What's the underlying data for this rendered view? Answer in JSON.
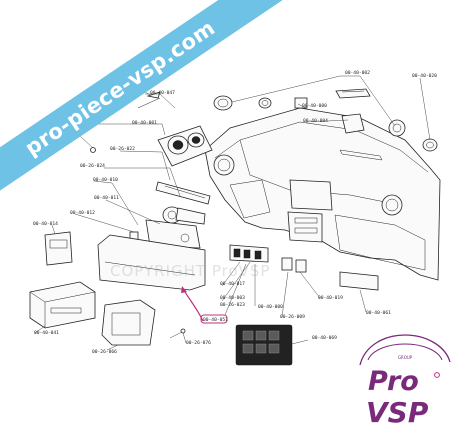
{
  "banner": {
    "text": "pro-piece-vsp.com"
  },
  "watermark": {
    "text": "COPYRIGHT ProVSP"
  },
  "logo": {
    "top": "GROUP",
    "line1": "Pro",
    "line2": "VSP",
    "color": "#7a2a7a"
  },
  "highlight_color": "#c0307a",
  "highlighted_part": "00-40-051",
  "labels": [
    {
      "id": "l1",
      "text": "00-40-002"
    },
    {
      "id": "l2",
      "text": "00-40-020"
    },
    {
      "id": "l3",
      "text": "00-40-000"
    },
    {
      "id": "l4",
      "text": "00-40-004"
    },
    {
      "id": "l5",
      "text": "00-40-011"
    },
    {
      "id": "l6",
      "text": "00-40-047"
    },
    {
      "id": "l7",
      "text": "00-40-001"
    },
    {
      "id": "l8",
      "text": "00-40-006"
    },
    {
      "id": "l9",
      "text": "00-26-022"
    },
    {
      "id": "l10",
      "text": "00-26-024"
    },
    {
      "id": "l11",
      "text": "00-40-010"
    },
    {
      "id": "l12",
      "text": "00-40-011"
    },
    {
      "id": "l13",
      "text": "00-40-012"
    },
    {
      "id": "l14",
      "text": "00-40-014"
    },
    {
      "id": "l15",
      "text": "00-40-017"
    },
    {
      "id": "l16",
      "text": "00-40-003"
    },
    {
      "id": "l17",
      "text": "00-26-023"
    },
    {
      "id": "l18",
      "text": "00-40-051"
    },
    {
      "id": "l19",
      "text": "00-40-000"
    },
    {
      "id": "l20",
      "text": "00-26-009"
    },
    {
      "id": "l21",
      "text": "00-40-019"
    },
    {
      "id": "l22",
      "text": "00-40-061"
    },
    {
      "id": "l23",
      "text": "00-40-041"
    },
    {
      "id": "l24",
      "text": "00-26-066"
    },
    {
      "id": "l25",
      "text": "00-26-076"
    },
    {
      "id": "l26",
      "text": "00-40-069"
    }
  ]
}
